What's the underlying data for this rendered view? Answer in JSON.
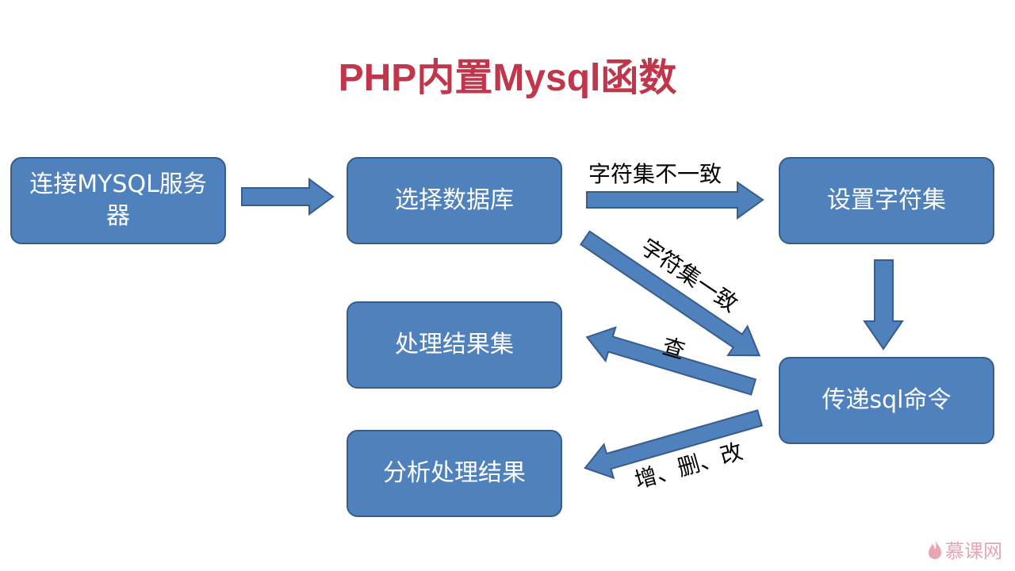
{
  "title": "PHP内置Mysql函数",
  "boxes": {
    "connect": "连接MYSQL服务器",
    "select_db": "选择数据库",
    "set_charset": "设置字符集",
    "send_sql": "传递sql命令",
    "process_result": "处理结果集",
    "analyze_result": "分析处理结果"
  },
  "labels": {
    "charset_mismatch": "字符集不一致",
    "charset_match": "字符集一致",
    "query": "查",
    "modify": "增、删、改"
  },
  "watermark": "慕课网",
  "colors": {
    "box": "#4f81bd",
    "border": "#385d8a",
    "title": "#c0364a"
  }
}
